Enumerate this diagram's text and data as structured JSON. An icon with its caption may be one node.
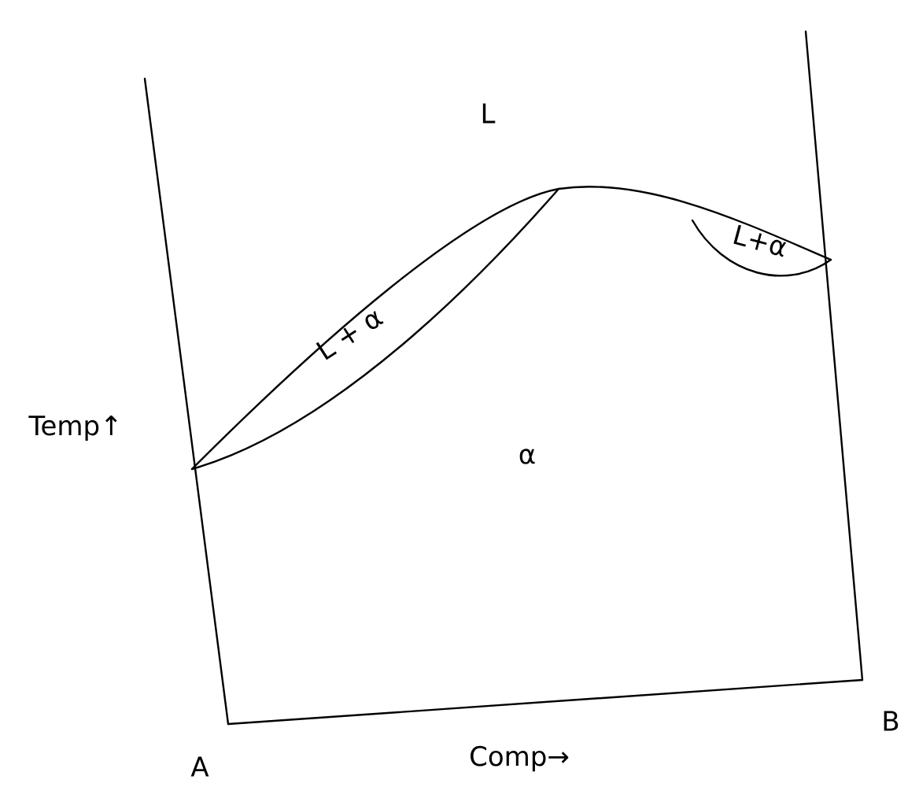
{
  "diagram": {
    "labels": [
      "L",
      "L + α",
      "L+α",
      "Temp↑",
      "α",
      "A",
      "Comp→",
      "B"
    ]
  }
}
